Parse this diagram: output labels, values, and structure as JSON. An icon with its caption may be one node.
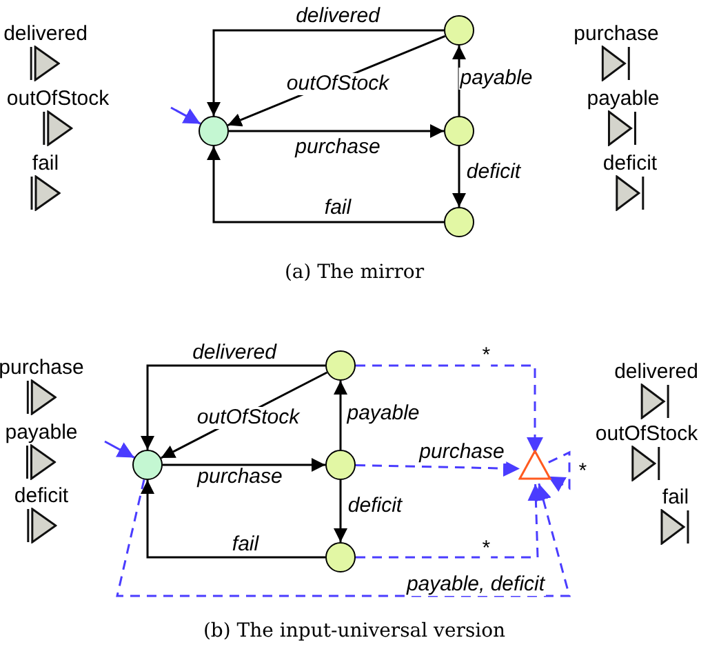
{
  "diagram": {
    "nodes": [
      {
        "text": [
          "delivered"
        ]
      },
      {
        "text": [
          "outOfStock"
        ]
      },
      {
        "text": [
          "fail"
        ]
      },
      {
        "text": [],
        "shape": "circle"
      },
      {
        "text": [],
        "shape": "circle"
      },
      {
        "text": [],
        "shape": "circle"
      },
      {
        "text": [],
        "shape": "circle"
      },
      {
        "text": [
          "purchase"
        ]
      },
      {
        "text": [
          "payable"
        ]
      },
      {
        "text": [
          "deficit"
        ]
      },
      {
        "text": [
          "purchase"
        ]
      },
      {
        "text": [
          "payable"
        ]
      },
      {
        "text": [
          "deficit"
        ]
      },
      {
        "text": [],
        "shape": "circle"
      },
      {
        "text": [],
        "shape": "circle"
      },
      {
        "text": [],
        "shape": "circle"
      },
      {
        "text": [],
        "shape": "circle"
      },
      {
        "text": [],
        "shape": "triangle"
      },
      {
        "text": [
          "delivered"
        ]
      },
      {
        "text": [
          "outOfStock"
        ]
      },
      {
        "text": [
          "fail"
        ]
      }
    ],
    "edges": [
      {
        "from": 4,
        "to": 3,
        "label": "delivered",
        "arrow": "to"
      },
      {
        "from": 4,
        "to": 3,
        "label": "outOfStock",
        "arrow": "to"
      },
      {
        "from": 3,
        "to": 5,
        "label": "purchase",
        "arrow": "to"
      },
      {
        "from": 5,
        "to": 4,
        "label": "payable",
        "arrow": "to"
      },
      {
        "from": 5,
        "to": 6,
        "label": "deficit",
        "arrow": "to"
      },
      {
        "from": 6,
        "to": 3,
        "label": "fail",
        "arrow": "to"
      },
      {
        "from": null,
        "to": 3,
        "arrow": "to",
        "color": "#4a3cff"
      },
      {
        "from": 14,
        "to": 13,
        "label": "delivered",
        "arrow": "to"
      },
      {
        "from": 14,
        "to": 13,
        "label": "outOfStock",
        "arrow": "to"
      },
      {
        "from": 13,
        "to": 15,
        "label": "purchase",
        "arrow": "to"
      },
      {
        "from": 15,
        "to": 14,
        "label": "payable",
        "arrow": "to"
      },
      {
        "from": 15,
        "to": 16,
        "label": "deficit",
        "arrow": "to"
      },
      {
        "from": 16,
        "to": 13,
        "label": "fail",
        "arrow": "to"
      },
      {
        "from": null,
        "to": 13,
        "arrow": "to",
        "color": "#4a3cff"
      },
      {
        "from": 14,
        "to": 17,
        "label": "*",
        "arrow": "to",
        "style": "dashed",
        "color": "#4a3cff"
      },
      {
        "from": 15,
        "to": 17,
        "label": "purchase",
        "arrow": "to",
        "style": "dashed",
        "color": "#4a3cff"
      },
      {
        "from": 16,
        "to": 17,
        "label": "*",
        "arrow": "to",
        "style": "dashed",
        "color": "#4a3cff"
      },
      {
        "from": 13,
        "to": 17,
        "label": "payable, deficit",
        "arrow": "to",
        "style": "dashed",
        "color": "#4a3cff"
      },
      {
        "from": 17,
        "to": 17,
        "label": "*",
        "arrow": "to",
        "style": "dashed",
        "color": "#4a3cff"
      }
    ],
    "labels": [
      "(a) The mirror",
      "(b) The input-universal version"
    ]
  }
}
